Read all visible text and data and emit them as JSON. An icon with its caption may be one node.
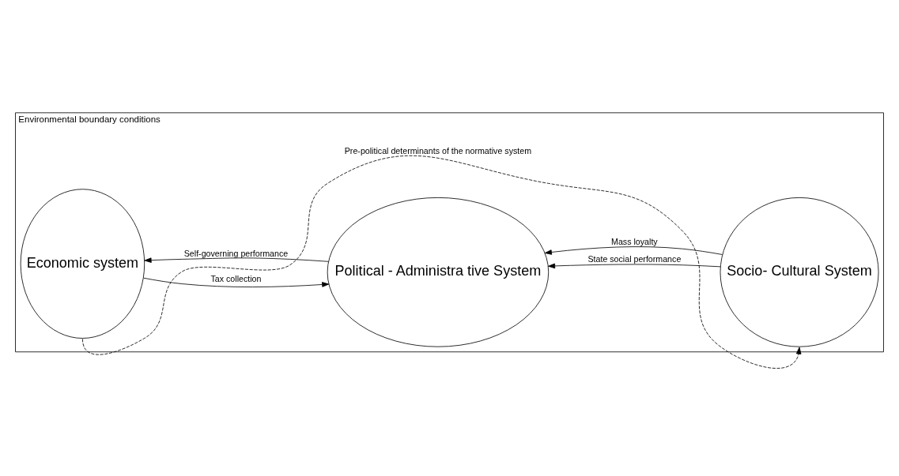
{
  "diagram": {
    "nodes": [
      {
        "text": [
          "Environmental boundary conditions"
        ]
      },
      {
        "text": [
          "Economic system"
        ],
        "in": 0
      },
      {
        "text": [
          "Political - Administra tive System"
        ],
        "in": 0
      },
      {
        "text": [
          "Socio- Cultural System"
        ],
        "in": 0
      }
    ],
    "edges": [
      {
        "from": 2,
        "to": 1,
        "arrow": "to",
        "label": "Self-governing performance"
      },
      {
        "from": 1,
        "to": 2,
        "arrow": "to",
        "label": "Tax collection"
      },
      {
        "from": 3,
        "to": 2,
        "arrow": "to",
        "label": "State social performance"
      },
      {
        "from": 3,
        "to": 2,
        "arrow": "to",
        "label": "Mass loyalty"
      },
      {
        "from": 1,
        "to": 3,
        "arrow": "to",
        "label": "Pre-political determinants of the normative system",
        "style": "dashed"
      }
    ]
  }
}
